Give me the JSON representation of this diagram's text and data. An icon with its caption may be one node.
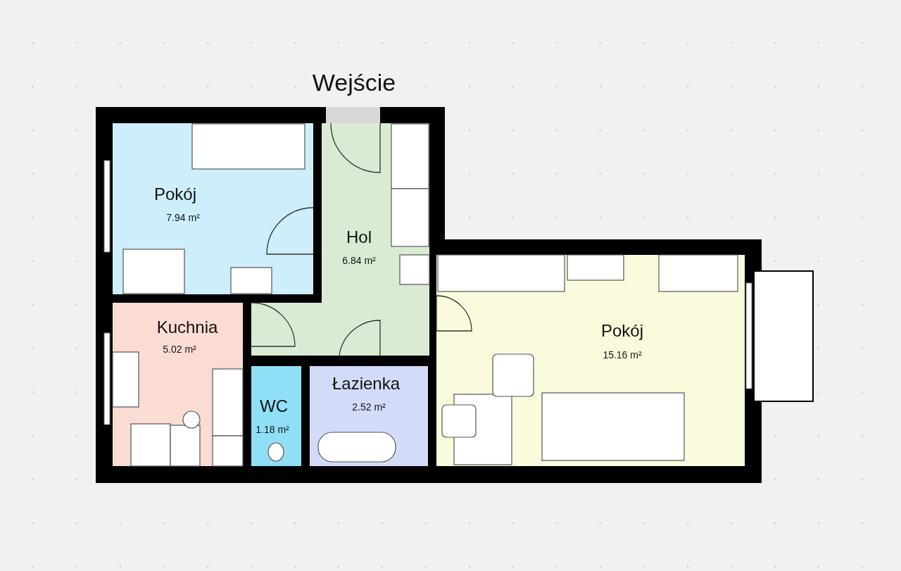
{
  "diagram": {
    "nodes": [
      {
        "text": [
          "Pokój",
          "7.94 m²"
        ]
      },
      {
        "text": [
          "Hol",
          "6.84 m²"
        ]
      },
      {
        "text": [
          "Kuchnia",
          "5.02 m²"
        ]
      },
      {
        "text": [
          "WC",
          "1.18 m²"
        ]
      },
      {
        "text": [
          "Łazienka",
          "2.52 m²"
        ]
      },
      {
        "text": [
          "Pokój",
          "15.16 m²"
        ]
      }
    ],
    "labels": [
      "Wejście"
    ]
  }
}
